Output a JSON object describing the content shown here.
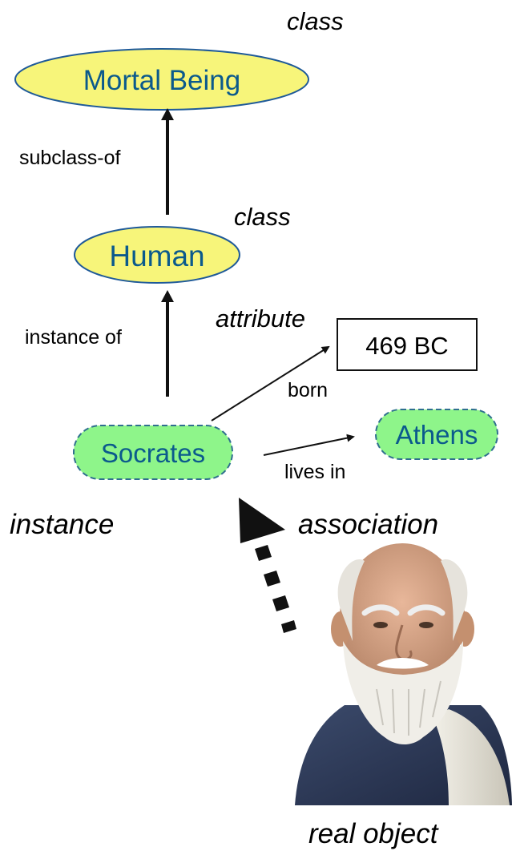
{
  "nodes": {
    "mortal_being": "Mortal Being",
    "human": "Human",
    "socrates": "Socrates",
    "athens": "Athens",
    "value_born": "469 BC"
  },
  "edges": {
    "subclass_of": "subclass-of",
    "instance_of": "instance of",
    "born": "born",
    "lives_in": "lives in"
  },
  "annotations": {
    "class_top": "class",
    "class_mid": "class",
    "attribute": "attribute",
    "instance": "instance",
    "association": "association",
    "real_object": "real object"
  },
  "colors": {
    "class_fill": "#f7f57a",
    "class_stroke": "#1f5a99",
    "instance_fill": "#8ef58a",
    "instance_stroke": "#2f6f8f",
    "node_text": "#0b5a8c"
  },
  "image": {
    "icon": "socrates-portrait"
  }
}
